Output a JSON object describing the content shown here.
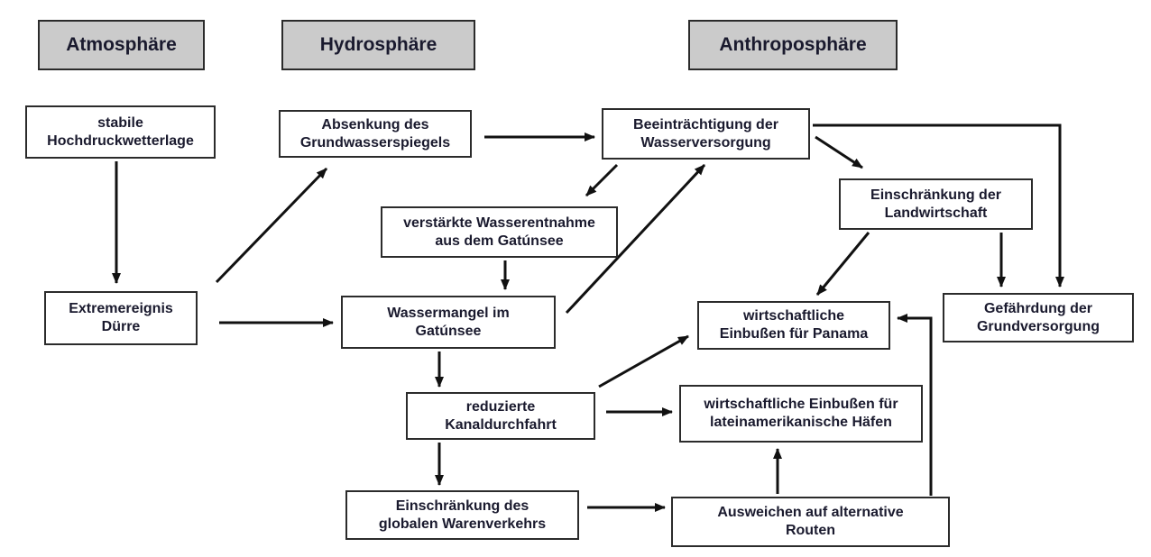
{
  "diagram": {
    "headers": [
      {
        "id": "atmosphaere",
        "label": "Atmosphäre"
      },
      {
        "id": "hydrosphaere",
        "label": "Hydrosphäre"
      },
      {
        "id": "anthroposphaere",
        "label": "Anthroposphäre"
      }
    ],
    "nodes": [
      {
        "id": "stabile-hochdruckwetterlage",
        "label": "stabile\nHochdruckwetterlage"
      },
      {
        "id": "absenkung-grundwasserspiegel",
        "label": "Absenkung des\nGrundwasserspiegels"
      },
      {
        "id": "beeintraechtigung-wasserversorgung",
        "label": "Beeinträchtigung der\nWasserversorgung"
      },
      {
        "id": "verstaerkte-wasserentnahme",
        "label": "verstärkte Wasserentnahme\naus dem Gatúnsee"
      },
      {
        "id": "einschraenkung-landwirtschaft",
        "label": "Einschränkung der\nLandwirtschaft"
      },
      {
        "id": "extremereignis-duerre",
        "label": "Extremereignis\nDürre"
      },
      {
        "id": "wassermangel-gatunsee",
        "label": "Wassermangel im\nGatúnsee"
      },
      {
        "id": "wirtschaftliche-einbussen-panama",
        "label": "wirtschaftliche\nEinbußen für Panama"
      },
      {
        "id": "gefaehrdung-grundversorgung",
        "label": "Gefährdung der\nGrundversorgung"
      },
      {
        "id": "reduzierte-kanaldurchfahrt",
        "label": "reduzierte\nKanaldurchfahrt"
      },
      {
        "id": "einbussen-lateinamerikanische-haefen",
        "label": "wirtschaftliche Einbußen für\nlateinamerikanische Häfen"
      },
      {
        "id": "einschraenkung-warenverkehr",
        "label": "Einschränkung des\nglobalen Warenverkehrs"
      },
      {
        "id": "ausweichen-routen",
        "label": "Ausweichen auf alternative\nRouten"
      }
    ],
    "edges": [
      {
        "from": "stabile-hochdruckwetterlage",
        "to": "extremereignis-duerre",
        "shape": "straight"
      },
      {
        "from": "extremereignis-duerre",
        "to": "absenkung-grundwasserspiegel",
        "shape": "straight"
      },
      {
        "from": "extremereignis-duerre",
        "to": "wassermangel-gatunsee",
        "shape": "straight"
      },
      {
        "from": "absenkung-grundwasserspiegel",
        "to": "beeintraechtigung-wasserversorgung",
        "shape": "straight"
      },
      {
        "from": "beeintraechtigung-wasserversorgung",
        "to": "verstaerkte-wasserentnahme",
        "shape": "straight"
      },
      {
        "from": "wassermangel-gatunsee",
        "to": "beeintraechtigung-wasserversorgung",
        "shape": "straight"
      },
      {
        "from": "verstaerkte-wasserentnahme",
        "to": "wassermangel-gatunsee",
        "shape": "straight"
      },
      {
        "from": "beeintraechtigung-wasserversorgung",
        "to": "einschraenkung-landwirtschaft",
        "shape": "straight"
      },
      {
        "from": "beeintraechtigung-wasserversorgung",
        "to": "gefaehrdung-grundversorgung",
        "shape": "elbow"
      },
      {
        "from": "einschraenkung-landwirtschaft",
        "to": "gefaehrdung-grundversorgung",
        "shape": "straight"
      },
      {
        "from": "einschraenkung-landwirtschaft",
        "to": "wirtschaftliche-einbussen-panama",
        "shape": "straight"
      },
      {
        "from": "wassermangel-gatunsee",
        "to": "reduzierte-kanaldurchfahrt",
        "shape": "straight"
      },
      {
        "from": "reduzierte-kanaldurchfahrt",
        "to": "wirtschaftliche-einbussen-panama",
        "shape": "straight"
      },
      {
        "from": "reduzierte-kanaldurchfahrt",
        "to": "einbussen-lateinamerikanische-haefen",
        "shape": "straight"
      },
      {
        "from": "reduzierte-kanaldurchfahrt",
        "to": "einschraenkung-warenverkehr",
        "shape": "straight"
      },
      {
        "from": "einschraenkung-warenverkehr",
        "to": "ausweichen-routen",
        "shape": "straight"
      },
      {
        "from": "ausweichen-routen",
        "to": "einbussen-lateinamerikanische-haefen",
        "shape": "straight"
      },
      {
        "from": "ausweichen-routen",
        "to": "wirtschaftliche-einbussen-panama",
        "shape": "elbow"
      }
    ],
    "colors": {
      "header_fill": "#cbcbcb",
      "box_fill": "#ffffff",
      "border": "#2b2b2b",
      "text": "#1a1a2e",
      "arrow": "#111111",
      "background": "#ffffff"
    }
  }
}
